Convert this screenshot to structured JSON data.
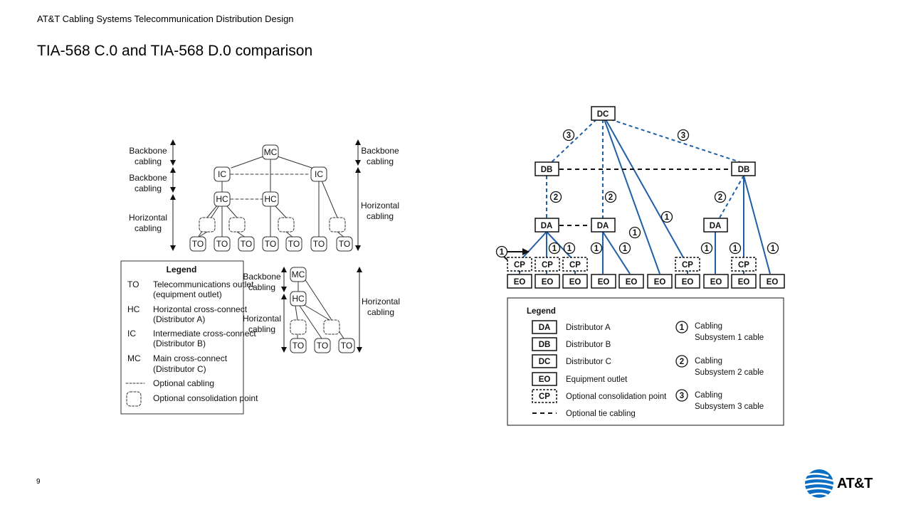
{
  "header": {
    "company_title": "AT&T Cabling Systems Telecommunication Distribution Design"
  },
  "slide": {
    "title": "TIA-568 C.0 and TIA-568 D.0  comparison",
    "page_number": "9"
  },
  "brand": {
    "logo_text": "AT&T",
    "logo_color": "#0a6fc2"
  },
  "left_diagram": {
    "labels": {
      "backbone": "Backbone",
      "horizontal": "Horizontal",
      "cabling": "cabling"
    },
    "nodes": {
      "mc": "MC",
      "ic": "IC",
      "hc": "HC",
      "to": "TO"
    },
    "legend": {
      "title": "Legend",
      "items": [
        {
          "code": "TO",
          "line1": "Telecommunications outlet",
          "line2": "(equipment outlet)"
        },
        {
          "code": "HC",
          "line1": "Horizontal cross-connect",
          "line2": "(Distributor A)"
        },
        {
          "code": "IC",
          "line1": "Intermediate cross-connect",
          "line2": "(Distributor B)"
        },
        {
          "code": "MC",
          "line1": "Main cross-connect",
          "line2": "(Distributor C)"
        }
      ],
      "optional_cabling": "Optional cabling",
      "optional_cp": "Optional consolidation point"
    }
  },
  "right_diagram": {
    "colors": {
      "cable": "#1f5fa6",
      "tie": "#111111"
    },
    "nodes": {
      "dc": "DC",
      "db": "DB",
      "da": "DA",
      "cp": "CP",
      "eo": "EO"
    },
    "numbers": {
      "one": "1",
      "two": "2",
      "three": "3"
    },
    "legend": {
      "title": "Legend",
      "boxes": [
        {
          "code": "DA",
          "text": "Distributor A"
        },
        {
          "code": "DB",
          "text": "Distributor B"
        },
        {
          "code": "DC",
          "text": "Distributor C"
        },
        {
          "code": "EO",
          "text": "Equipment outlet"
        },
        {
          "code": "CP",
          "text": "Optional consolidation point"
        }
      ],
      "tie": "Optional tie cabling",
      "cables": [
        {
          "num": "1",
          "line1": "Cabling",
          "line2": "Subsystem 1 cable"
        },
        {
          "num": "2",
          "line1": "Cabling",
          "line2": "Subsystem 2 cable"
        },
        {
          "num": "3",
          "line1": "Cabling",
          "line2": "Subsystem 3 cable"
        }
      ]
    }
  }
}
